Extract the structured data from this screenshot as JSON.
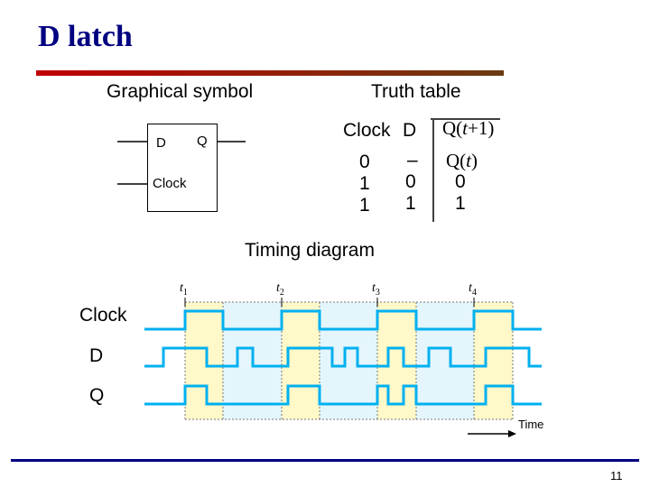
{
  "title": "D latch",
  "graphical_symbol": {
    "heading": "Graphical symbol",
    "input_d": "D",
    "input_clock": "Clock",
    "output_q": "Q"
  },
  "truth_table": {
    "heading": "Truth table",
    "col_clock": "Clock",
    "col_d": "D",
    "col_q_prefix": "Q(",
    "col_q_var": "t",
    "col_q_suffix": "+1)",
    "rows": [
      {
        "clock": "0",
        "d": "–",
        "q_prefix": "Q(",
        "q_var": "t",
        "q_suffix": ")"
      },
      {
        "clock": "1",
        "d": "0",
        "q_prefix": "",
        "q_var": "",
        "q_suffix": "0"
      },
      {
        "clock": "1",
        "d": "1",
        "q_prefix": "",
        "q_var": "",
        "q_suffix": "1"
      }
    ]
  },
  "timing_diagram": {
    "heading": "Timing diagram",
    "markers": [
      {
        "base": "t",
        "sub": "1"
      },
      {
        "base": "t",
        "sub": "2"
      },
      {
        "base": "t",
        "sub": "3"
      },
      {
        "base": "t",
        "sub": "4"
      }
    ],
    "signals": {
      "clock": "Clock",
      "d": "D",
      "q": "Q"
    },
    "time_label": "Time",
    "colors": {
      "signal": "#00b0f0",
      "high_band": "#fff8c8",
      "low_band": "#e4f6fb"
    }
  },
  "page_number": "11"
}
